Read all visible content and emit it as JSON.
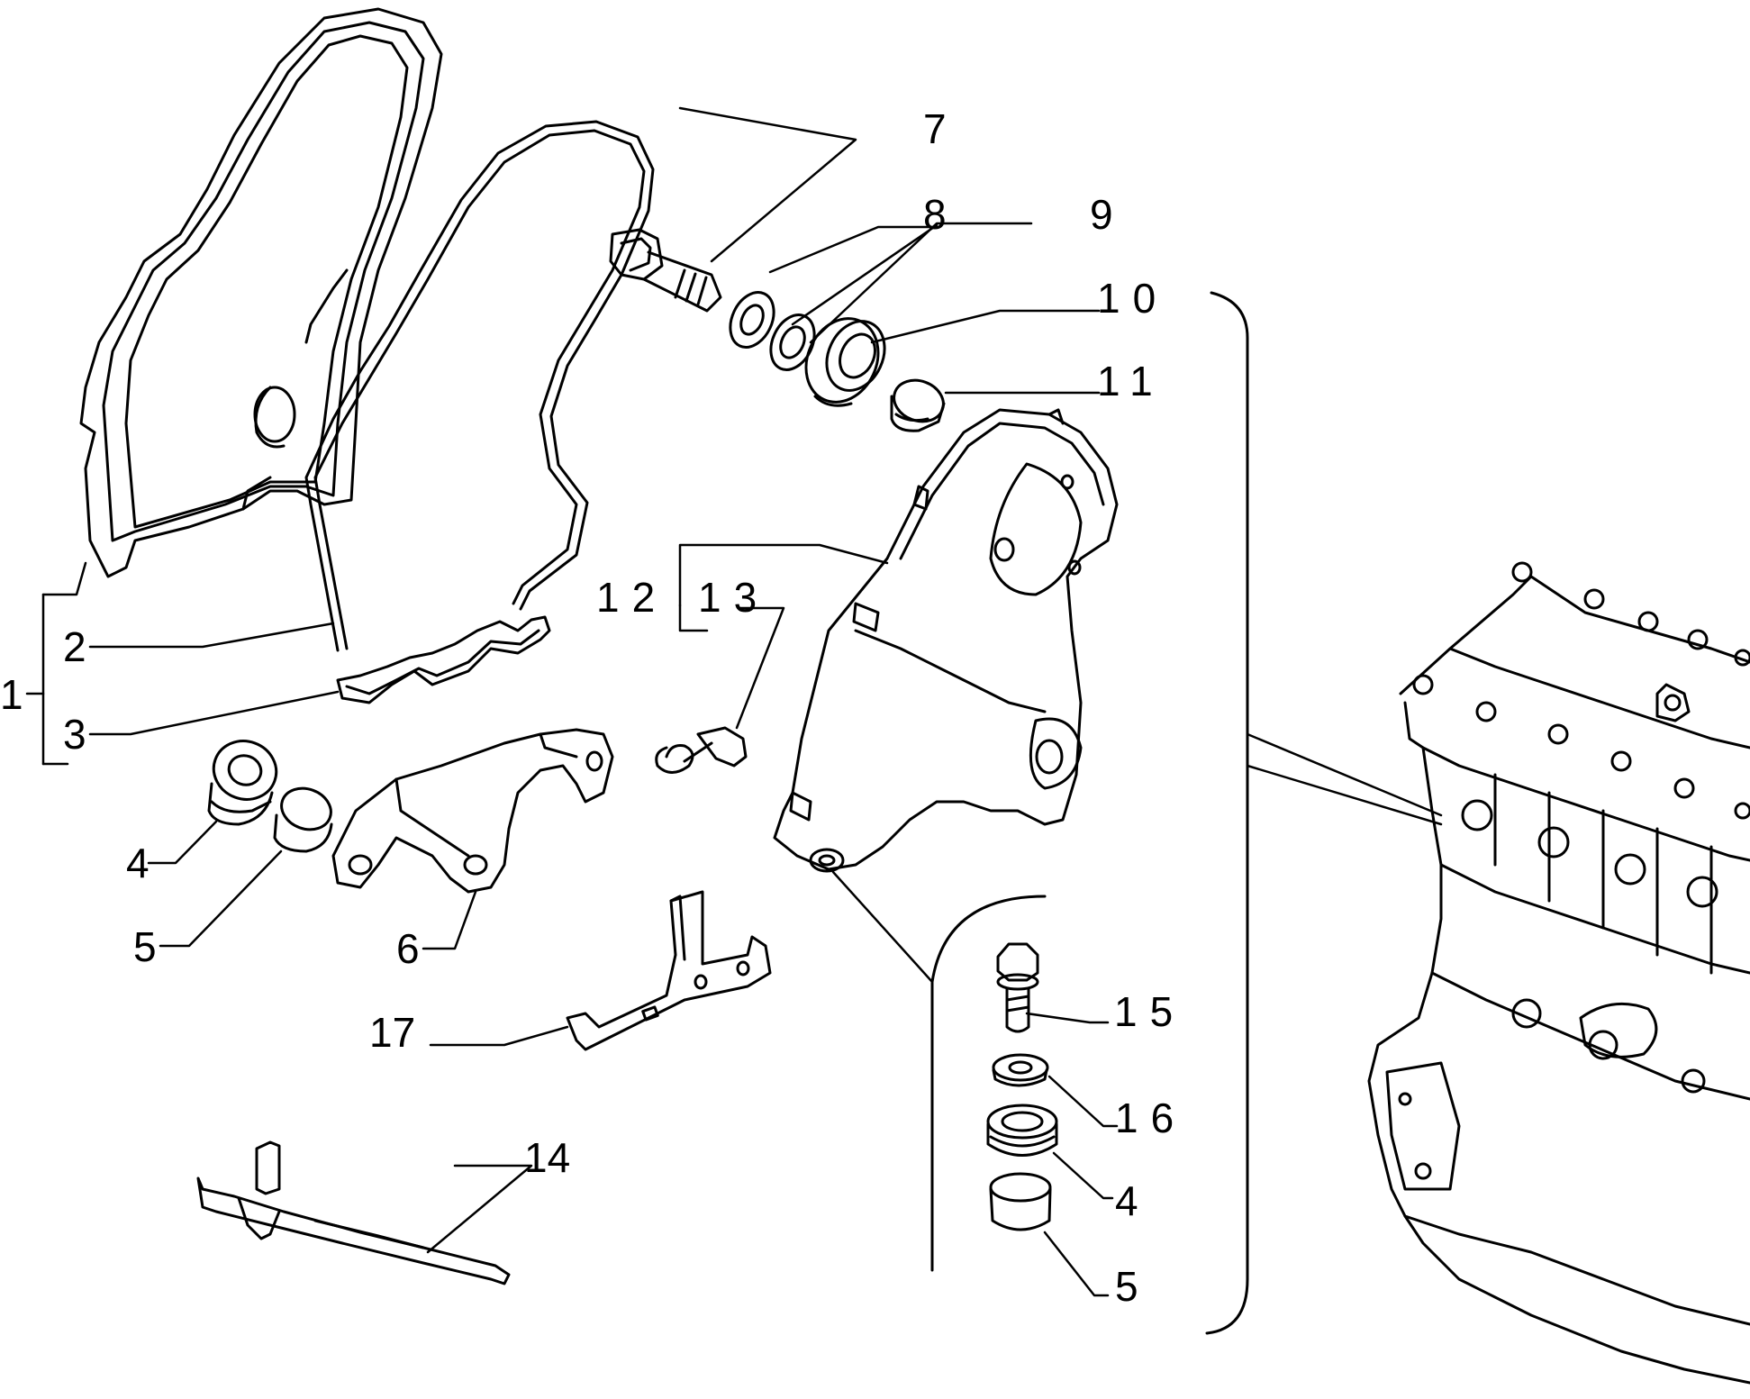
{
  "diagram": {
    "callouts": {
      "c1": "1",
      "c2": "2",
      "c3": "3",
      "c4a": "4",
      "c5a": "5",
      "c6": "6",
      "c7": "7",
      "c8": "8",
      "c9": "9",
      "c10": "10",
      "c11": "11",
      "c12": "12",
      "c13": "13",
      "c14": "14",
      "c15": "15",
      "c16": "16",
      "c4b": "4",
      "c5b": "5",
      "c17": "17"
    },
    "colors": {
      "line": "#000000",
      "background": "#ffffff"
    }
  }
}
